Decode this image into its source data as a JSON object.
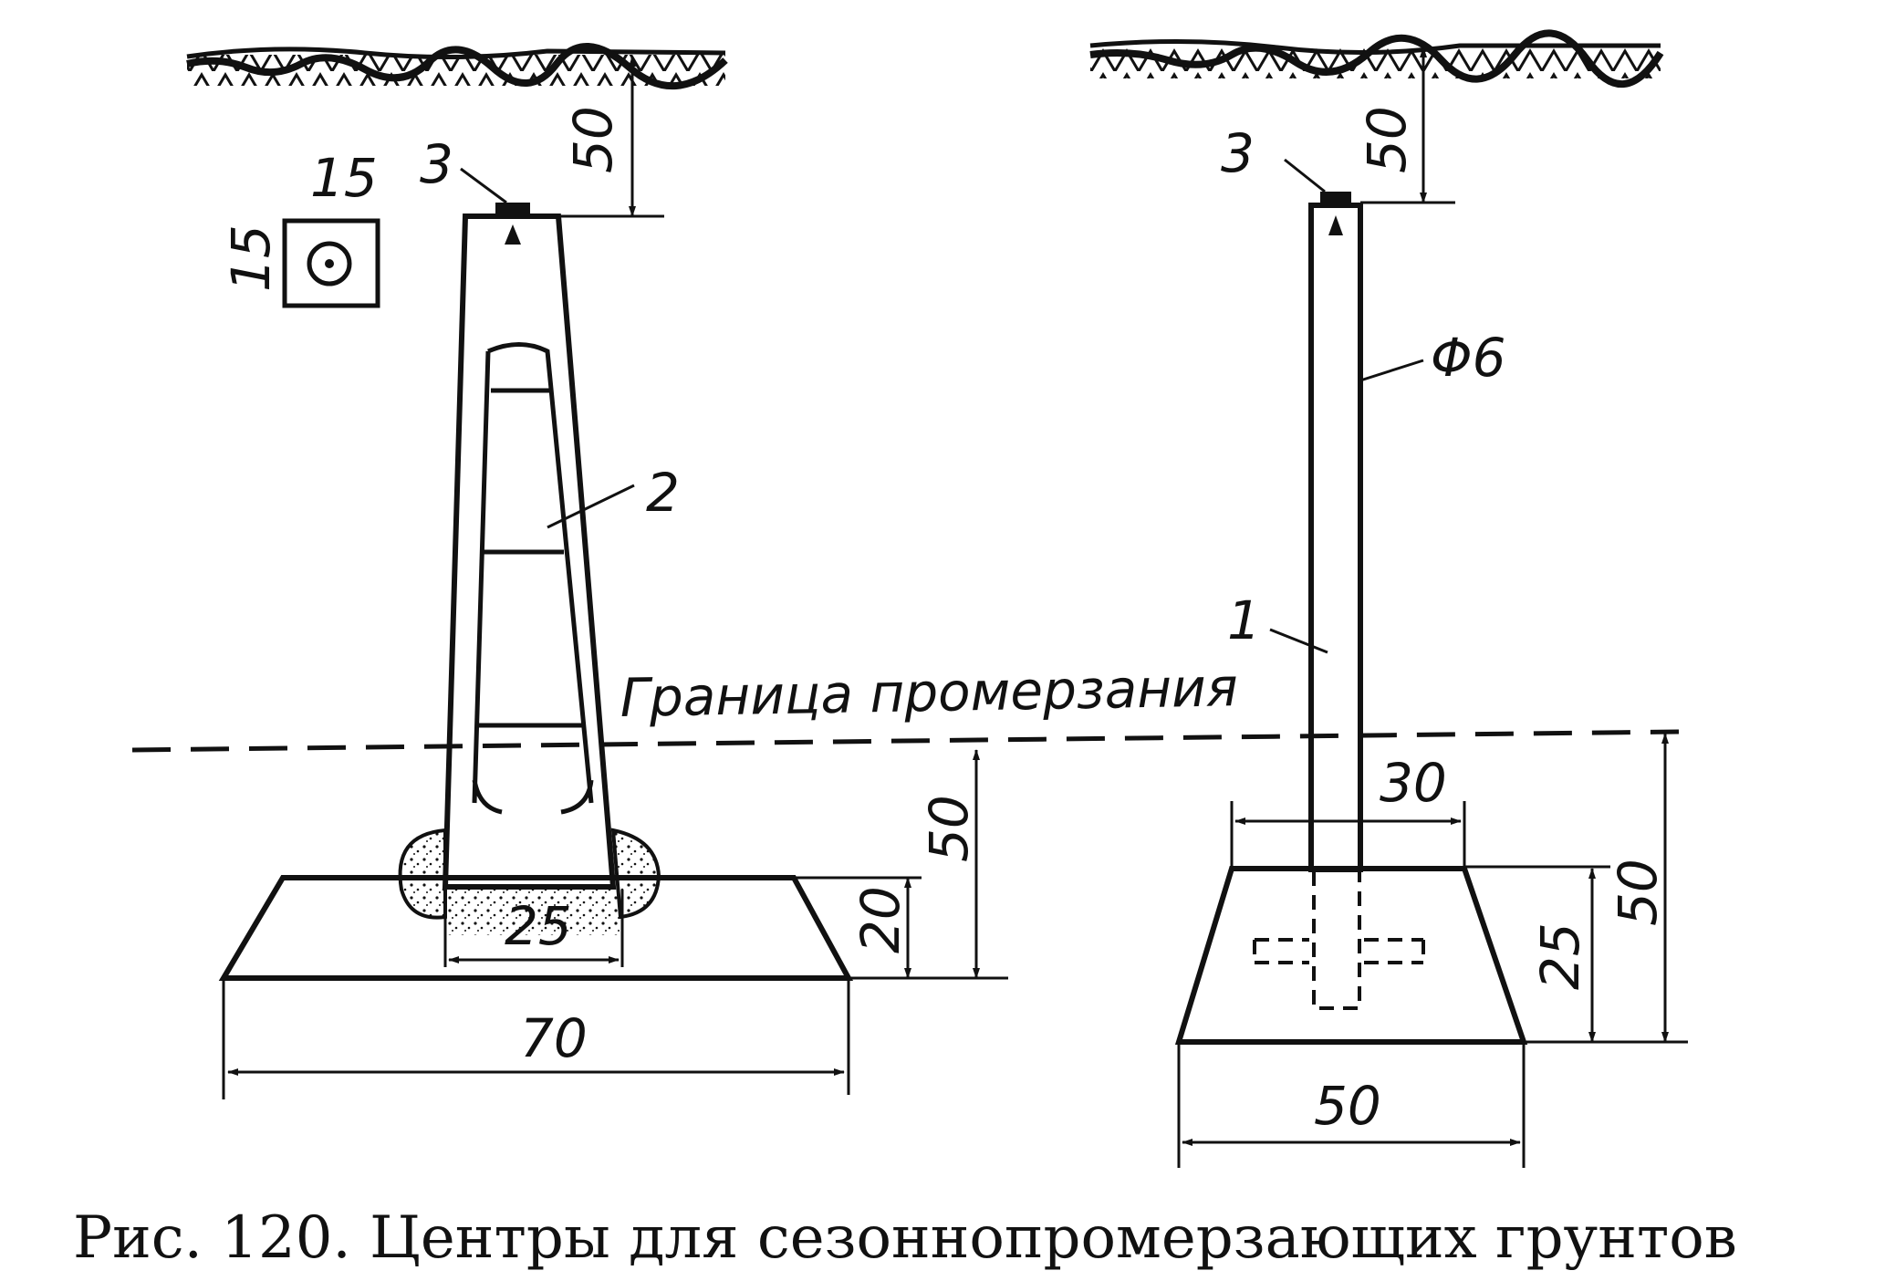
{
  "caption": "Рис. 120. Центры для сезоннопромерзающих грунтов",
  "frost_line_label": "Граница промерзания",
  "left_center": {
    "mark_label": "3",
    "pillar_label": "2",
    "plate_width": "15",
    "plate_height": "15",
    "depth_to_top": "50",
    "depth_below_frost": "50",
    "base_height": "20",
    "pillar_bottom_width": "25",
    "base_width": "70"
  },
  "right_center": {
    "mark_label": "3",
    "rod_label": "1",
    "rod_diameter": "Φ6",
    "depth_to_top": "50",
    "top_width": "30",
    "base_height": "25",
    "depth_below_frost": "50",
    "base_width": "50"
  },
  "icons": [
    "ground-hatch",
    "survey-mark",
    "arrowhead"
  ]
}
